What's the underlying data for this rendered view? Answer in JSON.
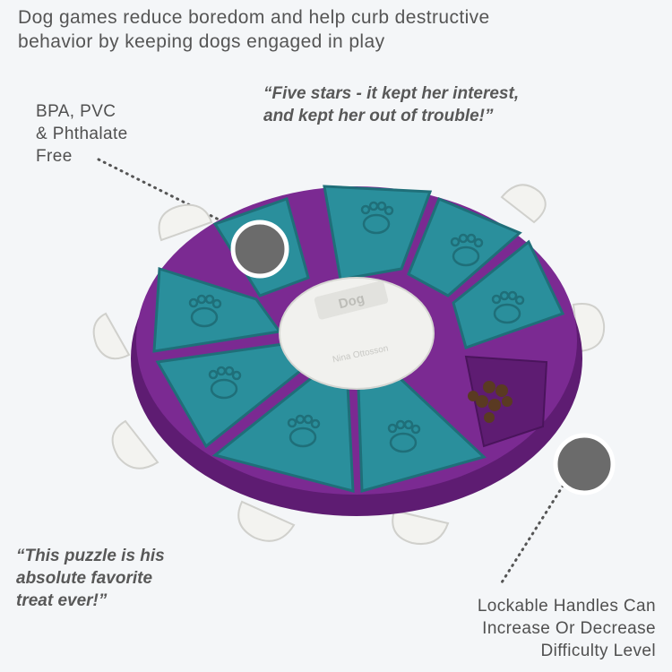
{
  "headline": {
    "line1": "Dog games reduce boredom and help curb destructive",
    "line2": "behavior by keeping dogs engaged in play"
  },
  "quote_top": {
    "line1": "“Five stars - it kept her interest,",
    "line2": "and kept her out of trouble!”"
  },
  "feature_left": {
    "line1": "BPA, PVC",
    "line2": "& Phthalate",
    "line3": "Free"
  },
  "quote_bottom": {
    "line1": "“This puzzle is his",
    "line2": "absolute favorite",
    "line3": "treat ever!”"
  },
  "feature_right": {
    "line1": "Lockable Handles Can",
    "line2": "Increase Or Decrease",
    "line3": "Difficulty Level"
  },
  "product": {
    "center_logo": "Dog",
    "center_brand": "Nina Ottosson",
    "colors": {
      "base": "#7b2a92",
      "base_dark": "#5e1c72",
      "tile": "#2a8f9c",
      "tile_dark": "#1f6f79",
      "handle": "#f3f3f0",
      "marker": "#6b6b6b"
    }
  }
}
